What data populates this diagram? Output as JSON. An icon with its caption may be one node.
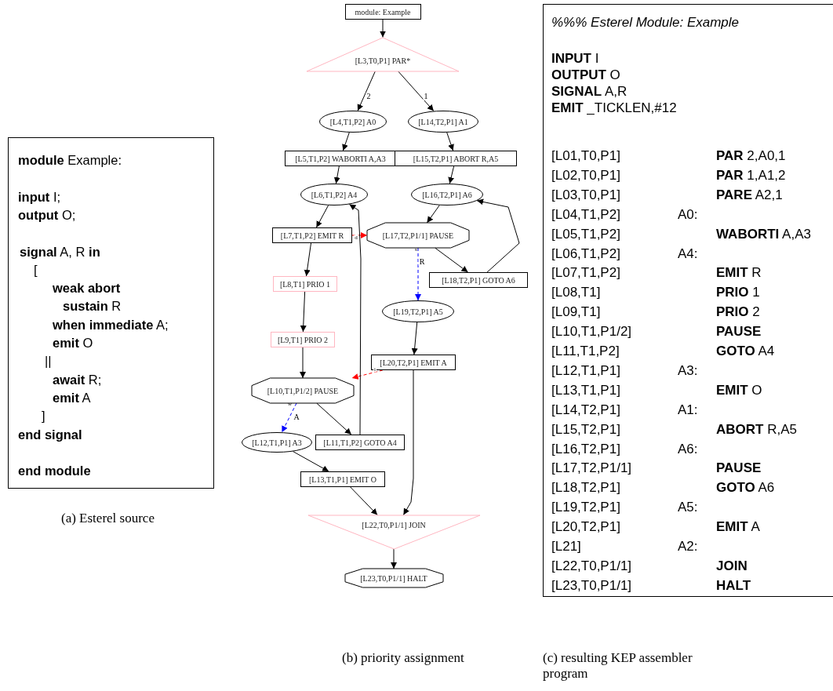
{
  "diagram": {
    "nodes": [
      {
        "text": [
          "**module** Example:",
          "**input** I;",
          "**output** O;",
          "**signal** A, R **in**",
          "[",
          "**weak abort**",
          "**sustain** R",
          "**when immediate** A;",
          "**emit** O",
          "||",
          "**await** R;",
          "**emit** A",
          "]",
          "**end signal**",
          "**end module**"
        ]
      },
      {
        "text": [
          "module: Example"
        ]
      },
      {
        "text": [
          "[L3,T0,P1] PAR*"
        ]
      },
      {
        "text": [
          "[L4,T1,P2] A0"
        ]
      },
      {
        "text": [
          "[L14,T2,P1] A1"
        ]
      },
      {
        "text": [
          "[L5,T1,P2] WABORTI A,A3"
        ]
      },
      {
        "text": [
          "[L15,T2,P1] ABORT R,A5"
        ]
      },
      {
        "text": [
          "[L6,T1,P2] A4"
        ]
      },
      {
        "text": [
          "[L16,T2,P1] A6"
        ]
      },
      {
        "text": [
          "[L7,T1,P2] EMIT R"
        ]
      },
      {
        "text": [
          "[L17,T2,P1/1] PAUSE"
        ]
      },
      {
        "text": [
          "[L18,T2,P1] GOTO A6"
        ]
      },
      {
        "text": [
          "[L8,T1] PRIO 1"
        ]
      },
      {
        "text": [
          "[L19,T2,P1] A5"
        ]
      },
      {
        "text": [
          "[L9,T1] PRIO 2"
        ]
      },
      {
        "text": [
          "[L20,T2,P1] EMIT A"
        ]
      },
      {
        "text": [
          "[L10,T1,P1/2] PAUSE"
        ]
      },
      {
        "text": [
          "[L12,T1,P1] A3"
        ]
      },
      {
        "text": [
          "[L11,T1,P2] GOTO A4"
        ]
      },
      {
        "text": [
          "[L13,T1,P1] EMIT O"
        ]
      },
      {
        "text": [
          "[L22,T0,P1/1] JOIN"
        ]
      },
      {
        "text": [
          "[L23,T0,P1/1] HALT"
        ]
      },
      {
        "text": [
          "%%% Esterel Module: Example",
          "**INPUT** I",
          "**OUTPUT** O",
          "**SIGNAL** A,R",
          "**EMIT** _TICKLEN,#12",
          "[L01,T0,P1]",
          "**PAR** 2,A0,1",
          "[L02,T0,P1]",
          "**PAR** 1,A1,2",
          "[L03,T0,P1]",
          "**PARE** A2,1",
          "[L04,T1,P2]",
          "A0:",
          "[L05,T1,P2]",
          "**WABORTI** A,A3",
          "[L06,T1,P2]",
          "A4:",
          "[L07,T1,P2]",
          "**EMIT** R",
          "[L08,T1]",
          "**PRIO** 1",
          "[L09,T1]",
          "**PRIO** 2",
          "[L10,T1,P1/2]",
          "**PAUSE**",
          "[L11,T1,P2]",
          "**GOTO** A4",
          "[L12,T1,P1]",
          "A3:",
          "[L13,T1,P1]",
          "**EMIT** O",
          "[L14,T2,P1]",
          "A1:",
          "[L15,T2,P1]",
          "**ABORT** R,A5",
          "[L16,T2,P1]",
          "A6:",
          "[L17,T2,P1/1]",
          "**PAUSE**",
          "[L18,T2,P1]",
          "**GOTO** A6",
          "[L19,T2,P1]",
          "A5:",
          "[L20,T2,P1]",
          "**EMIT** A",
          "[L21]",
          "A2:",
          "[L22,T0,P1/1]",
          "**JOIN**",
          "[L23,T0,P1/1]",
          "**HALT**"
        ]
      }
    ],
    "edges": [
      {
        "from": 1,
        "to": 2,
        "arrow": "to"
      },
      {
        "from": 2,
        "to": 3,
        "arrow": "to",
        "label": "2"
      },
      {
        "from": 2,
        "to": 4,
        "arrow": "to",
        "label": "1"
      },
      {
        "from": 3,
        "to": 5,
        "arrow": "to"
      },
      {
        "from": 4,
        "to": 6,
        "arrow": "to"
      },
      {
        "from": 5,
        "to": 7,
        "arrow": "to"
      },
      {
        "from": 6,
        "to": 8,
        "arrow": "to"
      },
      {
        "from": 7,
        "to": 9,
        "arrow": "to"
      },
      {
        "from": 8,
        "to": 10,
        "arrow": "to"
      },
      {
        "from": 9,
        "to": 10,
        "arrow": "to",
        "label": "d",
        "style": "dashed",
        "color": "#ff0000"
      },
      {
        "from": 10,
        "to": 11,
        "arrow": "to"
      },
      {
        "from": 11,
        "to": 8,
        "arrow": "to"
      },
      {
        "from": 10,
        "to": 13,
        "arrow": "to",
        "label": "R",
        "style": "dashed",
        "color": "#0000ff"
      },
      {
        "from": 9,
        "to": 12,
        "arrow": "to"
      },
      {
        "from": 12,
        "to": 14,
        "arrow": "to"
      },
      {
        "from": 13,
        "to": 15,
        "arrow": "to"
      },
      {
        "from": 15,
        "to": 16,
        "arrow": "to",
        "label": "i",
        "style": "dashed",
        "color": "#ff0000"
      },
      {
        "from": 14,
        "to": 16,
        "arrow": "to"
      },
      {
        "from": 16,
        "to": 18,
        "arrow": "to"
      },
      {
        "from": 16,
        "to": 17,
        "arrow": "to",
        "label": "A",
        "style": "dashed",
        "color": "#0000ff"
      },
      {
        "from": 18,
        "to": 7,
        "arrow": "to"
      },
      {
        "from": 17,
        "to": 19,
        "arrow": "to"
      },
      {
        "from": 15,
        "to": 20,
        "arrow": "to"
      },
      {
        "from": 19,
        "to": 20,
        "arrow": "to"
      },
      {
        "from": 20,
        "to": 21,
        "arrow": "to"
      }
    ],
    "labels": [
      "s",
      "w",
      "(a) Esterel source",
      "(b) priority assignment",
      "(c) resulting KEP assembler program"
    ]
  }
}
